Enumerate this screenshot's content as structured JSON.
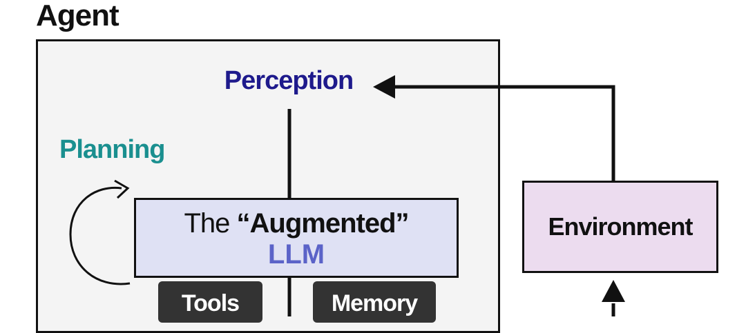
{
  "agent": {
    "title": "Agent"
  },
  "perception": {
    "label": "Perception"
  },
  "planning": {
    "label": "Planning"
  },
  "llm": {
    "prefix": "The",
    "emphasis": "“Augmented”",
    "name": "LLM"
  },
  "modules": {
    "tools": "Tools",
    "memory": "Memory"
  },
  "environment": {
    "label": "Environment"
  },
  "colors": {
    "perception": "#1e1a8c",
    "planning": "#1a8f8f",
    "llm_text": "#5b63c8",
    "llm_fill": "#dfe1f4",
    "environment_fill": "#ecdcef"
  }
}
